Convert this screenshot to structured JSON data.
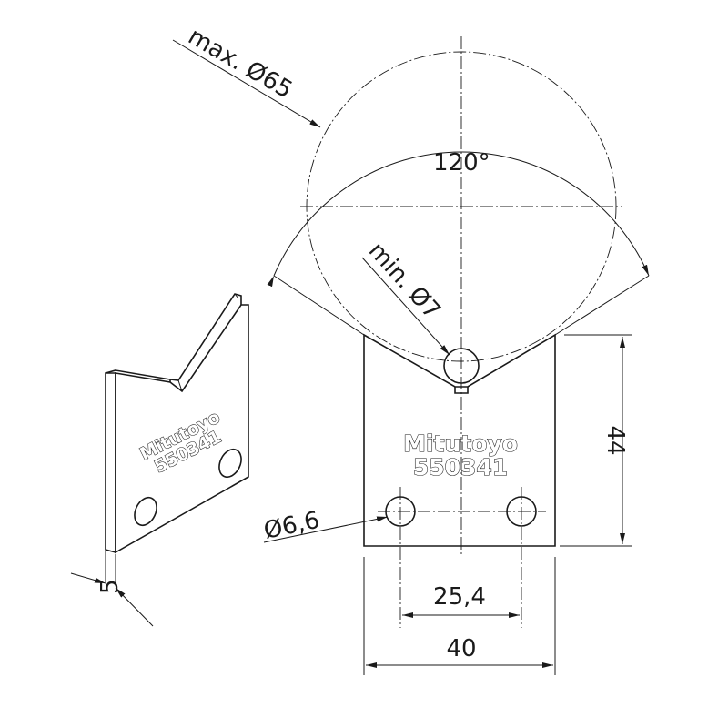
{
  "brand": "Mitutoyo",
  "part_number": "550341",
  "dimensions": {
    "max_diameter": "max. Ø65",
    "angle": "120°",
    "min_diameter": "min. Ø7",
    "height": "44",
    "hole_diameter": "Ø6,6",
    "hole_spacing": "25,4",
    "width": "40",
    "thickness": "5"
  }
}
